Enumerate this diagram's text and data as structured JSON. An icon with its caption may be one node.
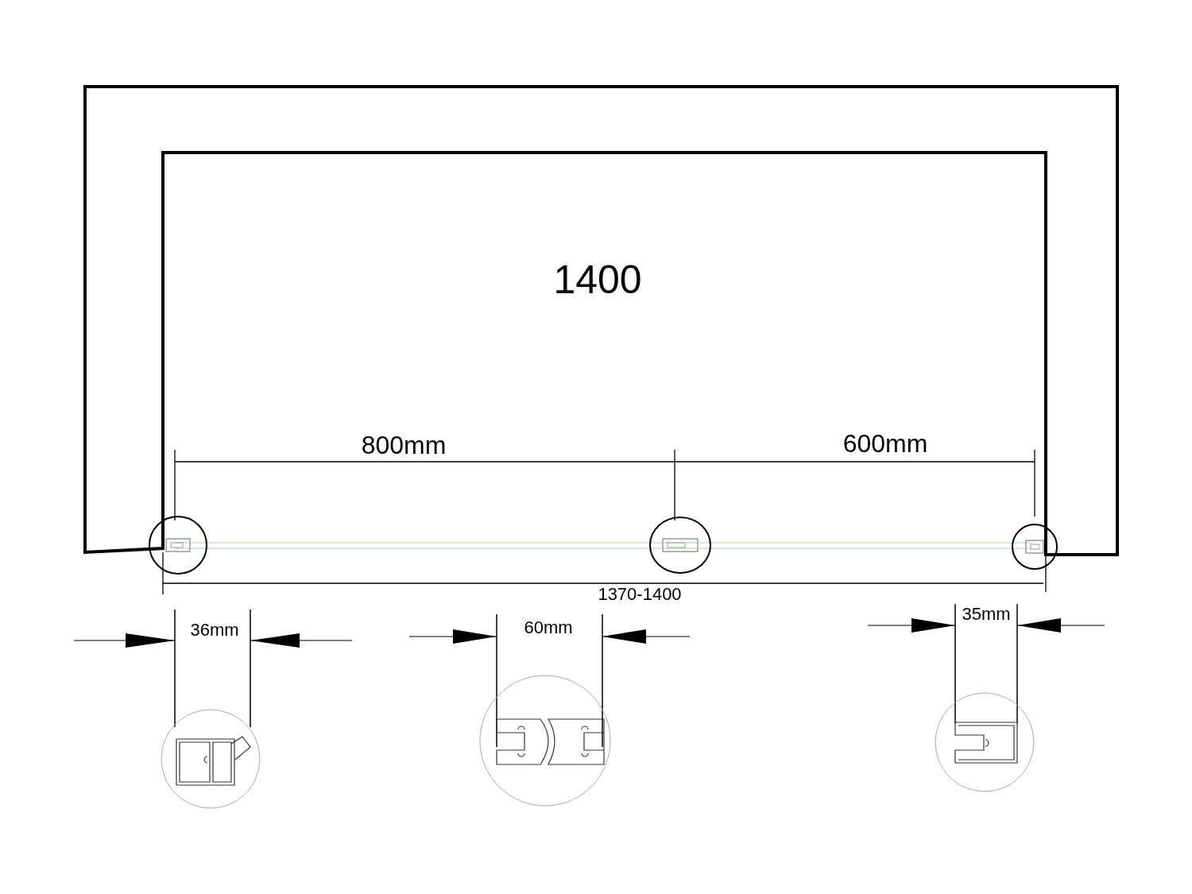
{
  "diagram": {
    "labels": [
      "1400",
      "800mm",
      "600mm",
      "1370-1400",
      "36mm",
      "60mm",
      "35mm"
    ]
  }
}
